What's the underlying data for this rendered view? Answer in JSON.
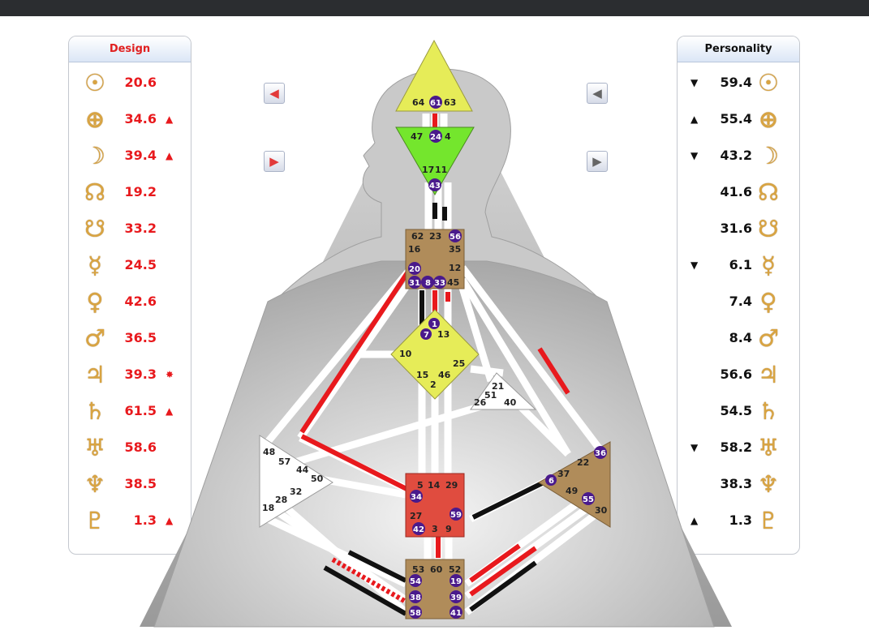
{
  "design": {
    "title": "Design",
    "rows": [
      {
        "icon": "sun-icon",
        "glyph": "☉",
        "value": "20.6",
        "mark": ""
      },
      {
        "icon": "earth-icon",
        "glyph": "⊕",
        "value": "34.6",
        "mark": "▲"
      },
      {
        "icon": "moon-icon",
        "glyph": "☽",
        "value": "39.4",
        "mark": "▲"
      },
      {
        "icon": "north-node-icon",
        "glyph": "☊",
        "value": "19.2",
        "mark": ""
      },
      {
        "icon": "south-node-icon",
        "glyph": "☋",
        "value": "33.2",
        "mark": ""
      },
      {
        "icon": "mercury-icon",
        "glyph": "☿",
        "value": "24.5",
        "mark": ""
      },
      {
        "icon": "venus-icon",
        "glyph": "♀",
        "value": "42.6",
        "mark": ""
      },
      {
        "icon": "mars-icon",
        "glyph": "♂",
        "value": "36.5",
        "mark": ""
      },
      {
        "icon": "jupiter-icon",
        "glyph": "♃",
        "value": "39.3",
        "mark": "✸"
      },
      {
        "icon": "saturn-icon",
        "glyph": "♄",
        "value": "61.5",
        "mark": "▲"
      },
      {
        "icon": "uranus-icon",
        "glyph": "♅",
        "value": "58.6",
        "mark": ""
      },
      {
        "icon": "neptune-icon",
        "glyph": "♆",
        "value": "38.5",
        "mark": ""
      },
      {
        "icon": "pluto-icon",
        "glyph": "♇",
        "value": "1.3",
        "mark": "▲"
      }
    ]
  },
  "personality": {
    "title": "Personality",
    "rows": [
      {
        "icon": "sun-icon",
        "glyph": "☉",
        "value": "59.4",
        "mark": "▼"
      },
      {
        "icon": "earth-icon",
        "glyph": "⊕",
        "value": "55.4",
        "mark": "▲"
      },
      {
        "icon": "moon-icon",
        "glyph": "☽",
        "value": "43.2",
        "mark": "▼"
      },
      {
        "icon": "north-node-icon",
        "glyph": "☊",
        "value": "41.6",
        "mark": ""
      },
      {
        "icon": "south-node-icon",
        "glyph": "☋",
        "value": "31.6",
        "mark": ""
      },
      {
        "icon": "mercury-icon",
        "glyph": "☿",
        "value": "6.1",
        "mark": "▼"
      },
      {
        "icon": "venus-icon",
        "glyph": "♀",
        "value": "7.4",
        "mark": ""
      },
      {
        "icon": "mars-icon",
        "glyph": "♂",
        "value": "8.4",
        "mark": ""
      },
      {
        "icon": "jupiter-icon",
        "glyph": "♃",
        "value": "56.6",
        "mark": ""
      },
      {
        "icon": "saturn-icon",
        "glyph": "♄",
        "value": "54.5",
        "mark": ""
      },
      {
        "icon": "uranus-icon",
        "glyph": "♅",
        "value": "58.2",
        "mark": "▼"
      },
      {
        "icon": "neptune-icon",
        "glyph": "♆",
        "value": "38.3",
        "mark": ""
      },
      {
        "icon": "pluto-icon",
        "glyph": "♇",
        "value": "1.3",
        "mark": "▲"
      }
    ]
  },
  "nav": {
    "design_prev": {
      "icon": "arrow-left-icon",
      "glyph": "◀"
    },
    "design_next": {
      "icon": "arrow-right-icon",
      "glyph": "▶"
    },
    "personality_prev": {
      "icon": "arrow-left-icon",
      "glyph": "◀"
    },
    "personality_next": {
      "icon": "arrow-right-icon",
      "glyph": "▶"
    }
  },
  "colors": {
    "design": "#e8191d",
    "personality": "#111111",
    "head_center": "#e6ec58",
    "ajna_center": "#74e62d",
    "throat_center": "#b08c5a",
    "g_center": "#e6ec58",
    "sacral_center": "#e04c3f",
    "root_center": "#b08c5a",
    "solar_plexus_center": "#b08c5a",
    "undefined_center": "#ffffff",
    "gate_circle": "#4a1a8c"
  },
  "centers": [
    {
      "name": "head",
      "gates": [
        "64",
        "61",
        "63"
      ]
    },
    {
      "name": "ajna",
      "gates": [
        "47",
        "24",
        "4",
        "17",
        "11",
        "43"
      ]
    },
    {
      "name": "throat",
      "gates": [
        "62",
        "23",
        "56",
        "16",
        "35",
        "20",
        "12",
        "31",
        "8",
        "33",
        "45"
      ]
    },
    {
      "name": "g",
      "gates": [
        "1",
        "7",
        "13",
        "10",
        "25",
        "15",
        "46",
        "2"
      ]
    },
    {
      "name": "heart",
      "gates": [
        "21",
        "51",
        "26",
        "40"
      ]
    },
    {
      "name": "spleen",
      "gates": [
        "48",
        "57",
        "44",
        "50",
        "32",
        "28",
        "18"
      ]
    },
    {
      "name": "sacral",
      "gates": [
        "5",
        "14",
        "29",
        "34",
        "27",
        "59",
        "42",
        "3",
        "9"
      ]
    },
    {
      "name": "solar-plexus",
      "gates": [
        "36",
        "22",
        "37",
        "6",
        "49",
        "55",
        "30"
      ]
    },
    {
      "name": "root",
      "gates": [
        "53",
        "60",
        "52",
        "54",
        "19",
        "38",
        "39",
        "58",
        "41"
      ]
    }
  ],
  "active_gates": [
    "61",
    "24",
    "43",
    "56",
    "20",
    "31",
    "8",
    "33",
    "1",
    "7",
    "34",
    "59",
    "42",
    "36",
    "6",
    "55",
    "54",
    "19",
    "38",
    "39",
    "58",
    "41"
  ]
}
